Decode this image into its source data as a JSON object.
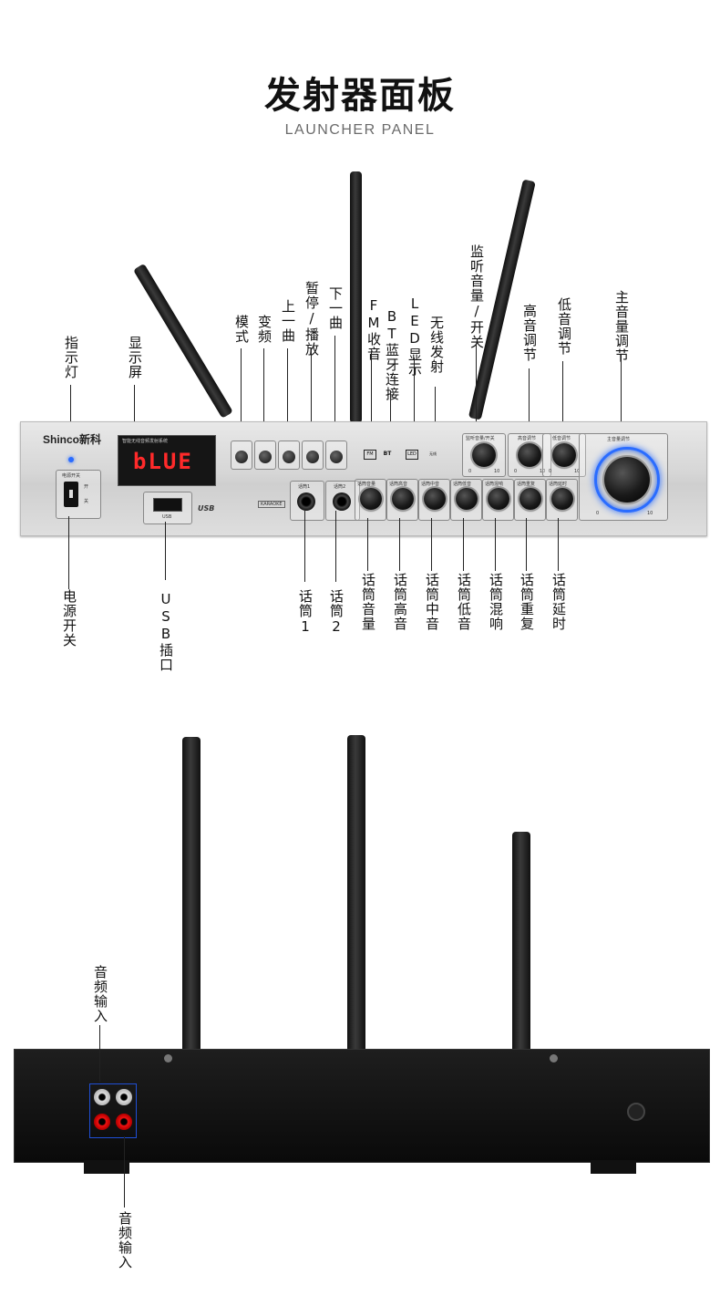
{
  "header": {
    "title": "发射器面板",
    "subtitle": "LAUNCHER PANEL"
  },
  "front_panel": {
    "brand": "Shinco新科",
    "display_header": "智能无线音频发射系统",
    "display_text": "bLUE",
    "power_box_label": "电源开关",
    "power_on": "开",
    "power_off": "关",
    "usb_port_label": "USB",
    "usb_logo": "USB",
    "karaoke_label": "KARAOKE",
    "mic1_box": "话筒1",
    "mic2_box": "话筒2",
    "monitor_box": "监听音量/开关",
    "treble_box": "高音调节",
    "bass_box": "低音调节",
    "main_box": "主音量调节",
    "mic_knob_boxes": [
      "话筒音量",
      "话筒高音",
      "话筒中音",
      "话筒低音",
      "话筒混响",
      "话筒重复",
      "话筒延时"
    ],
    "button_labels": [
      "模式",
      "变频",
      "上一曲",
      "暂停/播放",
      "下一曲"
    ],
    "icon_labels": [
      "FM",
      "BT",
      "LED",
      "无线"
    ],
    "scale_min": "0",
    "scale_max": "10"
  },
  "callouts_top": {
    "indicator": "指示灯",
    "display": "显示屏",
    "mode": "模式",
    "freq": "变频",
    "prev": "上一曲",
    "play": "暂停/播放",
    "next": "下一曲",
    "fm": "FM收音",
    "bt": "BT蓝牙连接",
    "led": "LED显示",
    "wireless": "无线发射",
    "monitor": "监听音量/开关",
    "treble": "高音调节",
    "bass": "低音调节",
    "main_volume": "主音量调节"
  },
  "callouts_bottom": {
    "power": "电源开关",
    "usb": "USB插口",
    "mic1": "话筒1",
    "mic2": "话筒2",
    "mic_volume": "话筒音量",
    "mic_treble": "话筒高音",
    "mic_mid": "话筒中音",
    "mic_bass": "话筒低音",
    "mic_reverb": "话筒混响",
    "mic_repeat": "话筒重复",
    "mic_delay": "话筒延时"
  },
  "rear_panel": {
    "audio_in_top": "音频输入",
    "audio_in_bottom": "音频输入"
  },
  "colors": {
    "accent_blue": "#2a6cff",
    "display_red": "#ff2a2a",
    "callout_box": "#1f4fd6"
  }
}
